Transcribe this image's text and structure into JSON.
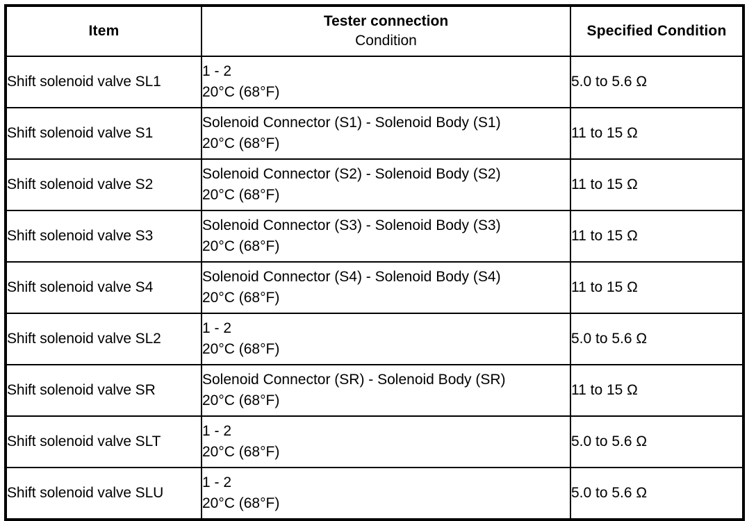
{
  "table": {
    "columns": [
      {
        "key": "item",
        "label": "Item"
      },
      {
        "key": "condition",
        "label_line1": "Tester connection",
        "label_line2": "Condition"
      },
      {
        "key": "specified",
        "label": "Specified Condition"
      }
    ],
    "rows": [
      {
        "item": "Shift solenoid valve SL1",
        "connection": "1 - 2",
        "temperature": "20°C (68°F)",
        "specified": "5.0 to 5.6 Ω"
      },
      {
        "item": "Shift solenoid valve S1",
        "connection": "Solenoid Connector (S1) - Solenoid Body (S1)",
        "temperature": "20°C (68°F)",
        "specified": "11 to 15 Ω"
      },
      {
        "item": "Shift solenoid valve S2",
        "connection": "Solenoid Connector (S2) - Solenoid Body (S2)",
        "temperature": "20°C (68°F)",
        "specified": "11 to 15 Ω"
      },
      {
        "item": "Shift solenoid valve S3",
        "connection": "Solenoid Connector (S3) - Solenoid Body (S3)",
        "temperature": "20°C (68°F)",
        "specified": "11 to 15 Ω"
      },
      {
        "item": "Shift solenoid valve S4",
        "connection": "Solenoid Connector (S4) - Solenoid Body (S4)",
        "temperature": "20°C (68°F)",
        "specified": "11 to 15 Ω"
      },
      {
        "item": "Shift solenoid valve SL2",
        "connection": "1 - 2",
        "temperature": "20°C (68°F)",
        "specified": "5.0 to 5.6 Ω"
      },
      {
        "item": "Shift solenoid valve SR",
        "connection": "Solenoid Connector (SR) - Solenoid Body (SR)",
        "temperature": "20°C (68°F)",
        "specified": "11 to 15 Ω"
      },
      {
        "item": "Shift solenoid valve SLT",
        "connection": "1 - 2",
        "temperature": "20°C (68°F)",
        "specified": "5.0 to 5.6 Ω"
      },
      {
        "item": "Shift solenoid valve SLU",
        "connection": "1 - 2",
        "temperature": "20°C (68°F)",
        "specified": "5.0 to 5.6 Ω"
      }
    ]
  },
  "style": {
    "text_color": "#000000",
    "background_color": "#ffffff",
    "border_color": "#000000"
  }
}
